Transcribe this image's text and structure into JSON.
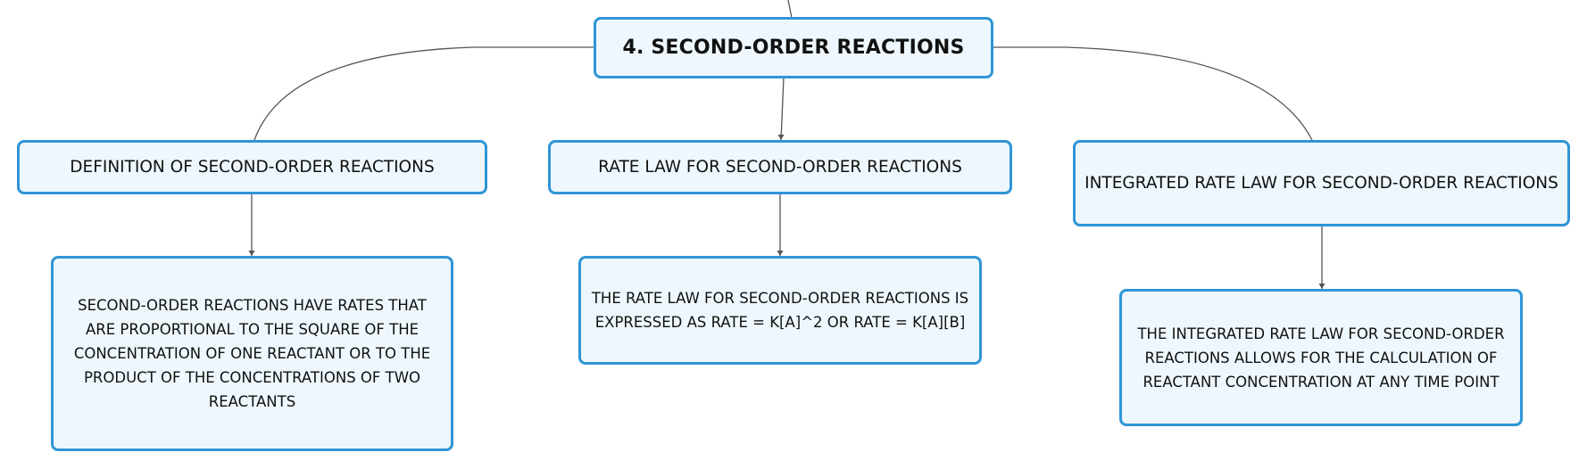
{
  "root": {
    "label": "4. SECOND-ORDER REACTIONS"
  },
  "branches": [
    {
      "label": "DEFINITION OF SECOND-ORDER REACTIONS",
      "detail": "SECOND-ORDER REACTIONS HAVE RATES THAT ARE PROPORTIONAL TO THE SQUARE OF THE CONCENTRATION OF ONE REACTANT OR TO THE PRODUCT OF THE CONCENTRATIONS OF TWO REACTANTS"
    },
    {
      "label": "RATE LAW FOR SECOND-ORDER REACTIONS",
      "detail": "THE RATE LAW FOR SECOND-ORDER REACTIONS IS EXPRESSED AS RATE = K[A]^2 OR RATE = K[A][B]"
    },
    {
      "label": "INTEGRATED RATE LAW FOR SECOND-ORDER REACTIONS",
      "detail": "THE INTEGRATED RATE LAW FOR SECOND-ORDER REACTIONS ALLOWS FOR THE CALCULATION OF REACTANT CONCENTRATION AT ANY TIME POINT"
    }
  ],
  "colors": {
    "node_border": "#2f95d6",
    "node_fill": "#eef7fd",
    "connector": "#555555"
  }
}
